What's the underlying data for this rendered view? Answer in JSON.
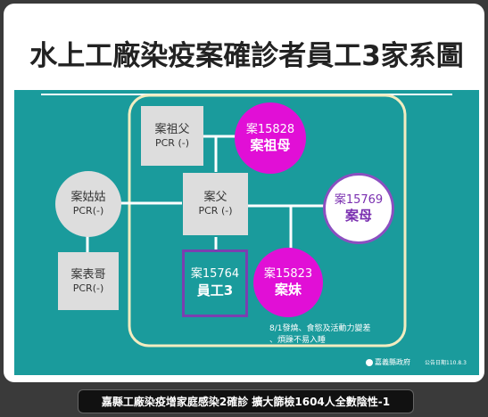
{
  "title": "水上工廠染疫案確診者員工3家系圖",
  "nodes": {
    "grandfather": {
      "line1": "案祖父",
      "line2": "PCR (-)"
    },
    "grandmother": {
      "line1": "案15828",
      "line2": "案祖母"
    },
    "aunt": {
      "line1": "案姑姑",
      "line2": "PCR(-)"
    },
    "father": {
      "line1": "案父",
      "line2": "PCR (-)"
    },
    "mother": {
      "line1": "案15769",
      "line2": "案母"
    },
    "cousin": {
      "line1": "案表哥",
      "line2": "PCR(-)"
    },
    "employee": {
      "line1": "案15764",
      "line2": "員工3"
    },
    "sister": {
      "line1": "案15823",
      "line2": "案妹"
    }
  },
  "note": {
    "line1": "8/1發燒、食慾及活動力變差",
    "line2": "、煩躁不易入睡"
  },
  "footer": {
    "org": "嘉義縣政府",
    "date": "公告日期110.8.3"
  },
  "caption": "嘉縣工廠染疫增家庭感染2確診 擴大篩檢1604人全數陰性-1",
  "colors": {
    "background": "#1a9b9c",
    "positive": "#e10fd6",
    "negative": "#dddddd",
    "frame": "#f2ecc0"
  }
}
